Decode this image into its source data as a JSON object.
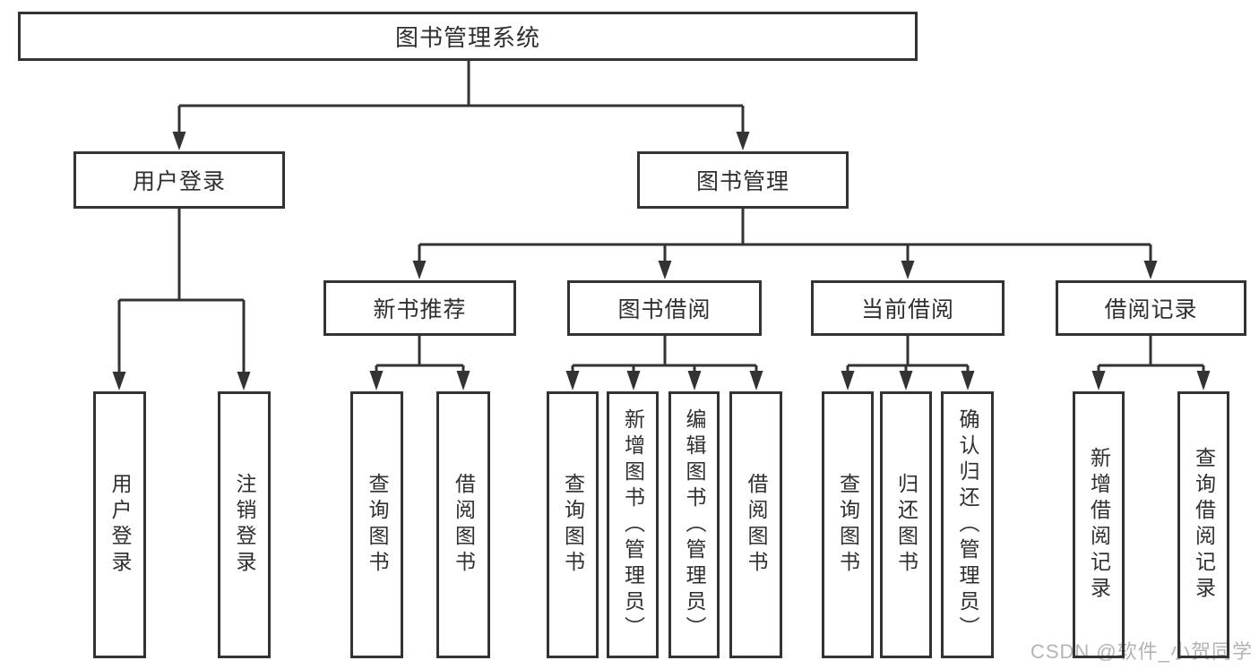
{
  "diagram": {
    "root": "图书管理系统",
    "branches": {
      "user_login": "用户登录",
      "book_management": "图书管理"
    },
    "modules": [
      "新书推荐",
      "图书借阅",
      "当前借阅",
      "借阅记录"
    ],
    "leaves": {
      "user_login": [
        "用户登录",
        "注销登录"
      ],
      "new_book_recommend": [
        "查询图书",
        "借阅图书"
      ],
      "book_borrow": [
        "查询图书",
        "新增图书（管理员）",
        "编辑图书（管理员）",
        "借阅图书"
      ],
      "current_borrow": [
        "查询图书",
        "归还图书",
        "确认归还（管理员）"
      ],
      "borrow_records": [
        "新增借阅记录",
        "查询借阅记录"
      ]
    }
  },
  "watermark": "CSDN @软件_小贺同学",
  "colors": {
    "line": "#333333",
    "text": "#2f2f2f",
    "box_background": "#ffffff",
    "page_background": "#ffffff",
    "watermark": "#b3b3b3"
  }
}
